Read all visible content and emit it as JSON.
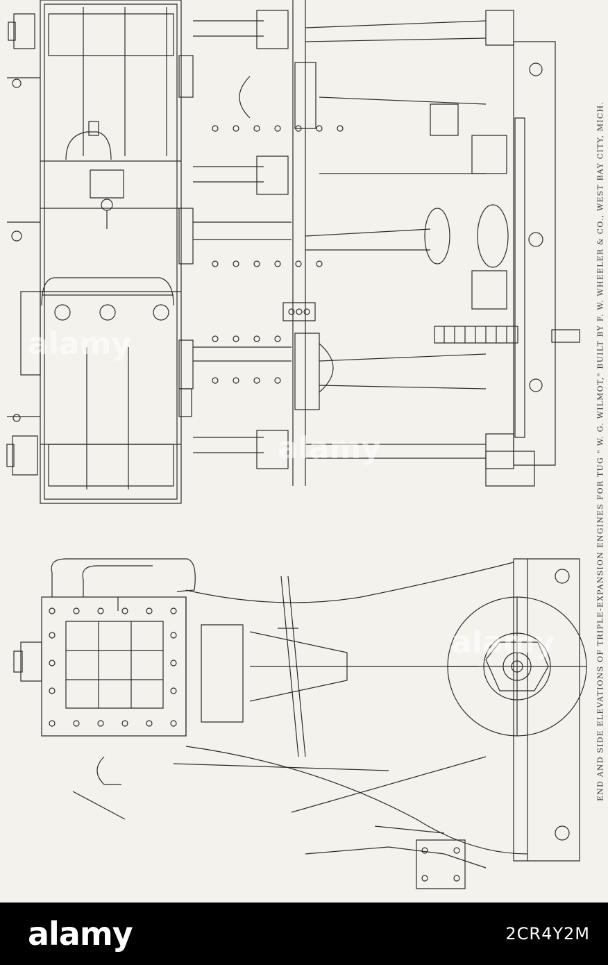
{
  "caption": "END AND SIDE ELEVATIONS OF TRIPLE-EXPANSION ENGINES FOR TUG \" W. G. WILMOT,\" BUILT BY F. W. WHEELER & CO., WEST BAY CITY, MICH.",
  "watermark": {
    "brand": "alamy",
    "image_code": "2CR4Y2M"
  },
  "colors": {
    "paper": "#f3f2ed",
    "ink": "#2b2b2b",
    "banner": "#000000",
    "banner_text": "#ffffff"
  }
}
